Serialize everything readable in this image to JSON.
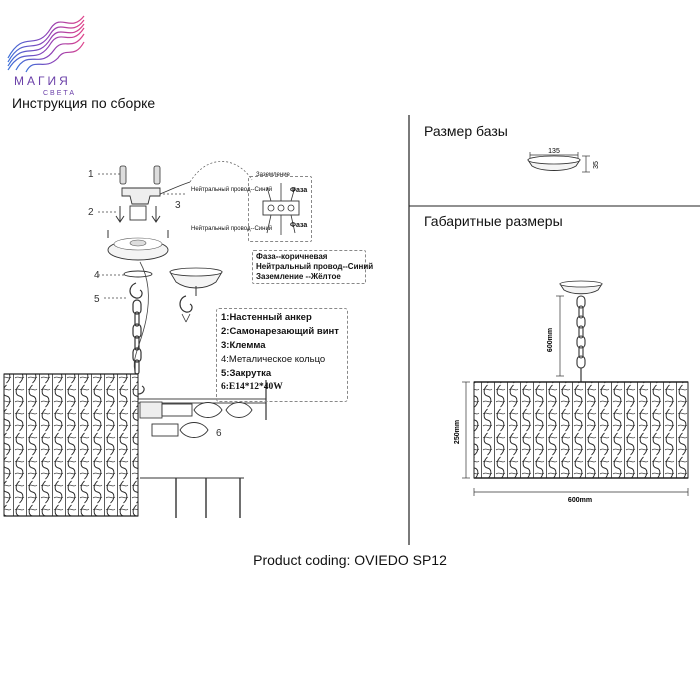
{
  "brand": {
    "name": "МАГИЯ",
    "sub": "СВЕТА"
  },
  "header": {
    "subtitle": "Инструкция по сборке"
  },
  "right_panel": {
    "base_title": "Размер базы",
    "base_width": "135",
    "base_height": "35",
    "dims_title": "Габаритные размеры",
    "dim_height_chain": "600mm",
    "dim_height_shade": "250mm",
    "dim_width": "600mm"
  },
  "callouts": [
    "1",
    "2",
    "3",
    "4",
    "5",
    "6"
  ],
  "wiring": {
    "neutral_top": "Нейтральный провод--Синий",
    "neutral_bottom": "Нейтральный провод--Синий",
    "phase_top": "Фаза",
    "phase_bottom": "Фаза",
    "ground": "Заземление",
    "notes": [
      "Фаза--коричневая",
      "Нейтральный провод--Синий",
      "Заземление --Жёлтое"
    ]
  },
  "legend": [
    {
      "text": "1:Настенный анкер",
      "bold": true
    },
    {
      "text": "2:Самонарезающий винт",
      "bold": true
    },
    {
      "text": "3:Клемма",
      "bold": true
    },
    {
      "text": "4:Металическое кольцо",
      "bold": false
    },
    {
      "text": "5:Закрутка",
      "bold": true
    },
    {
      "text": "6:E14*12*40W",
      "bold": true
    }
  ],
  "footer": {
    "product": "Product coding: OVIEDO SP12"
  }
}
